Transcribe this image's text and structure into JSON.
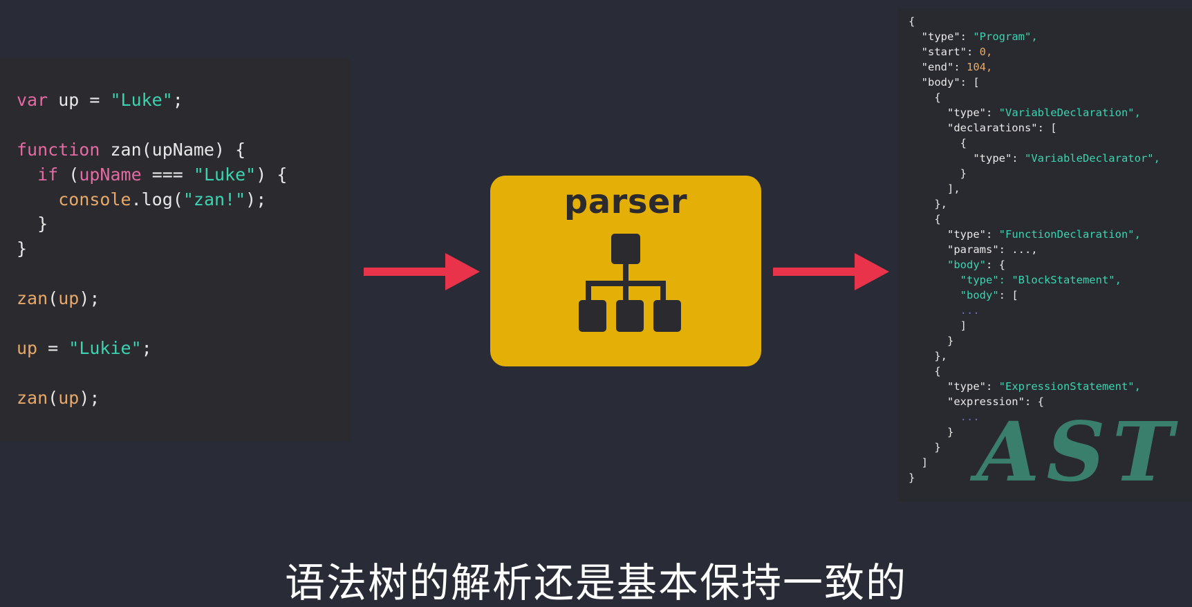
{
  "code": {
    "l1": {
      "kw": "var",
      "mid": " up = ",
      "str": "\"Luke\"",
      "end": ";"
    },
    "l2": {
      "kw": "function",
      "rest": " zan(upName) {"
    },
    "l3": {
      "indent": "  ",
      "kw": "if",
      "open": " (",
      "var": "upName",
      "op": " === ",
      "str": "\"Luke\"",
      "end": ") {"
    },
    "l4": {
      "indent": "    ",
      "var": "console",
      "mid": ".log(",
      "str": "\"zan!\"",
      "end": ");"
    },
    "l5": "  }",
    "l6": "}",
    "l7": {
      "var1": "zan",
      "open": "(",
      "var2": "up",
      "end": ");"
    },
    "l8": {
      "var": "up",
      "mid": " = ",
      "str": "\"Lukie\"",
      "end": ";"
    },
    "l9": {
      "var1": "zan",
      "open": "(",
      "var2": "up",
      "end": ");"
    }
  },
  "parser": {
    "title": "parser",
    "icon": "hierarchy-tree-icon",
    "color": "#e4b007"
  },
  "arrows": {
    "color": "#e8334a",
    "icon": "arrow-right-icon"
  },
  "ast": {
    "lines": [
      "{",
      "  \"type\": ",
      "  \"start\": ",
      "  \"end\": ",
      "  \"body\": [",
      "    {",
      "      \"type\": ",
      "      \"declarations\": [",
      "        {",
      "          \"type\": ",
      "        }",
      "      ],",
      "    },",
      "    {",
      "      \"type\": ",
      "      \"params\": ...,",
      "      ",
      "        ",
      "        ",
      "        ",
      "        ]",
      "      }",
      "    },",
      "    {",
      "      \"type\": ",
      "      \"expression\": {",
      "        ",
      "      }",
      "    }",
      "  ]",
      "}"
    ],
    "values": {
      "program": "\"Program\",",
      "start": "0,",
      "end": "104,",
      "vardecl": "\"VariableDeclaration\",",
      "vardeclarator": "\"VariableDeclarator\",",
      "funcdecl": "\"FunctionDeclaration\",",
      "body_key": "\"body\"",
      "body_tail": ": {",
      "type_key": "\"type\"",
      "blockstmt": ": \"BlockStatement\",",
      "body2_key": "\"body\"",
      "body2_tail": ": [",
      "dots": "...",
      "exprstmt": "\"ExpressionStatement\","
    },
    "watermark": "AST"
  },
  "subtitle": "语法树的解析还是基本保持一致的"
}
